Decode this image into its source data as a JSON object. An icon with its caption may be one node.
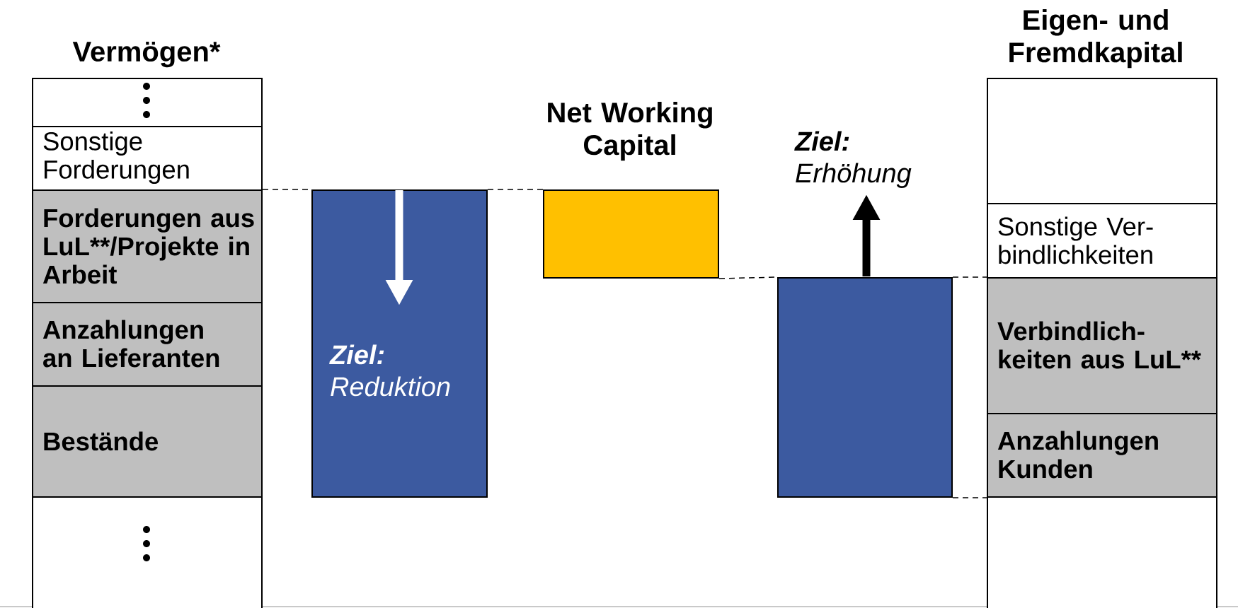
{
  "diagram": {
    "nodes": [
      {
        "text": [],
        "shape": "box"
      },
      {
        "text": [
          "Sonstige Forderungen"
        ]
      },
      {
        "text": [
          "Forderungen aus LuL**/Projekte in Arbeit"
        ]
      },
      {
        "text": [
          "Anzahlungen an Lieferanten"
        ]
      },
      {
        "text": [
          "Bestände"
        ]
      },
      {
        "text": [],
        "shape": "box"
      },
      {
        "text": [
          "Ziel:",
          "Reduktion"
        ]
      },
      {
        "text": [
          "Net Working Capital"
        ]
      },
      {
        "text": [],
        "shape": "box",
        "beside": [
          "Ziel:",
          "Erhöhung"
        ]
      },
      {
        "text": [],
        "shape": "box"
      },
      {
        "text": [
          "Sonstige Ver- bindlichkeiten"
        ]
      },
      {
        "text": [
          "Verbindlich- keiten aus LuL**"
        ]
      },
      {
        "text": [
          "Anzahlungen Kunden"
        ]
      },
      {
        "text": [],
        "shape": "box"
      }
    ],
    "edges": [
      {
        "from": 2,
        "to": 6,
        "arrow": "none",
        "style": "dashed"
      },
      {
        "from": 6,
        "to": 7,
        "arrow": "none",
        "style": "dashed"
      },
      {
        "from": 7,
        "to": 8,
        "arrow": "none",
        "style": "dashed"
      },
      {
        "from": 8,
        "to": 11,
        "arrow": "none",
        "style": "dashed"
      },
      {
        "from": 8,
        "to": 12,
        "arrow": "none",
        "style": "dashed"
      }
    ],
    "labels": [
      "Vermögen*",
      "Eigen- und Fremdkapital"
    ]
  }
}
